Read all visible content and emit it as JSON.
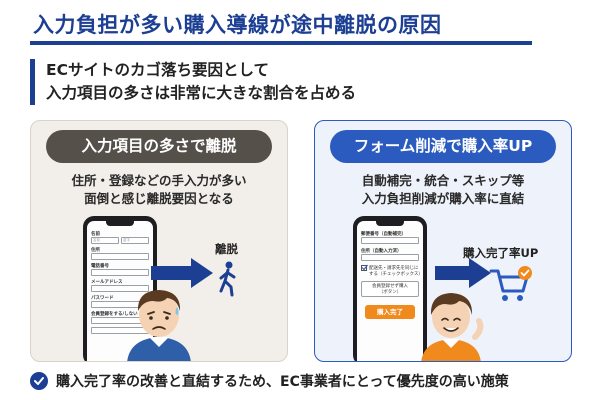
{
  "header": {
    "title": "入力負担が多い購入導線が途中離脱の原因"
  },
  "intro": {
    "line1": "ECサイトのカゴ落ち要因として",
    "line2": "入力項目の多さは非常に大きな割合を占める"
  },
  "left_card": {
    "pill": "入力項目の多さで離脱",
    "desc_line1": "住所・登録などの手入力が多い",
    "desc_line2": "面倒と感じ離脱要因となる",
    "exit_label": "離脱",
    "form": {
      "name_label": "名前",
      "name_ph1": "名前",
      "name_ph2": "苗字",
      "address_label": "住所",
      "phone_label": "電話番号",
      "email_label": "メールアドレス",
      "password_label": "パスワード",
      "register_label": "会員登録をする/しない"
    }
  },
  "right_card": {
    "pill": "フォーム削減で購入率UP",
    "desc_line1": "自動補完・統合・スキップ等",
    "desc_line2": "入力負担削減が購入率に直結",
    "goal_label": "購入完了率UP",
    "form": {
      "postal_label": "郵便番号（自動補完）",
      "address_label": "住所（自動入力済）",
      "shipping_check_line1": "配送先・請求先を同じに",
      "shipping_check_line2": "する（チェックボックス）",
      "guest_line1": "会員登録せず購入",
      "guest_line2": "（ボタン）",
      "cta_label": "購入完了"
    }
  },
  "footer": {
    "text": "購入完了率の改善と直結するため、EC事業者にとって優先度の高い施策"
  },
  "colors": {
    "brand": "#1c3f94",
    "accent_blue": "#2c5bbf",
    "pill_dark": "#56504b",
    "cta_orange": "#f08a1c",
    "check_green": "#4caf50"
  }
}
